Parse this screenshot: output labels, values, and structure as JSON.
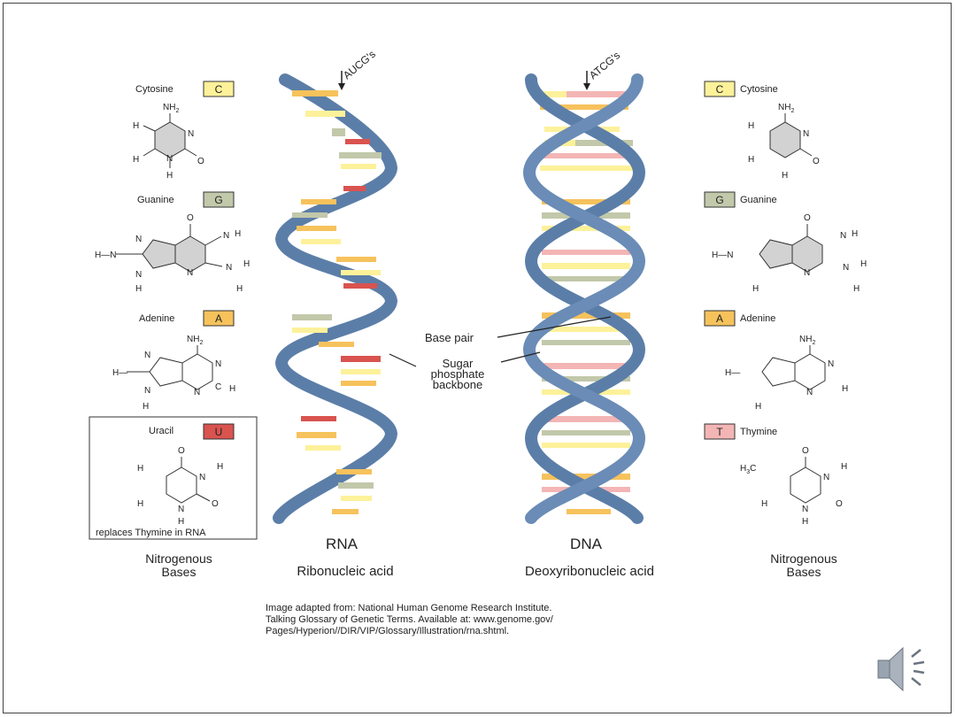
{
  "diagram": {
    "rna_marker": "AUCG's",
    "dna_marker": "ATCG's",
    "label_base_pair": "Base pair",
    "label_sugar": [
      "Sugar",
      "phosphate",
      "backbone"
    ],
    "rna_title": "RNA",
    "rna_subtitle": "Ribonucleic acid",
    "dna_title": "DNA",
    "dna_subtitle": "Deoxyribonucleic acid",
    "nitrogenous_left": [
      "Nitrogenous",
      "Bases"
    ],
    "nitrogenous_right": [
      "Nitrogenous",
      "Bases"
    ]
  },
  "left_bases": {
    "cytosine": {
      "name": "Cytosine",
      "letter": "C"
    },
    "guanine": {
      "name": "Guanine",
      "letter": "G"
    },
    "adenine": {
      "name": "Adenine",
      "letter": "A"
    },
    "uracil": {
      "name": "Uracil",
      "letter": "U"
    },
    "uracil_note": "replaces Thymine in RNA"
  },
  "right_bases": {
    "cytosine": {
      "name": "Cytosine",
      "letter": "C"
    },
    "guanine": {
      "name": "Guanine",
      "letter": "G"
    },
    "adenine": {
      "name": "Adenine",
      "letter": "A"
    },
    "thymine": {
      "name": "Thymine",
      "letter": "T"
    }
  },
  "credit": [
    "Image adapted from: National Human Genome Research Institute.",
    "Talking Glossary of Genetic Terms. Available at: www.genome.gov/",
    "Pages/Hyperion//DIR/VIP/Glossary/Illustration/rna.shtml."
  ],
  "colors": {
    "backbone": "#5b7ea8",
    "cytosine": "#fdf19a",
    "guanine": "#c2c8aa",
    "adenine": "#f6c25c",
    "uracil": "#d9534f",
    "thymine": "#f4b5b5"
  },
  "icons": {
    "audio": "speaker-icon"
  }
}
